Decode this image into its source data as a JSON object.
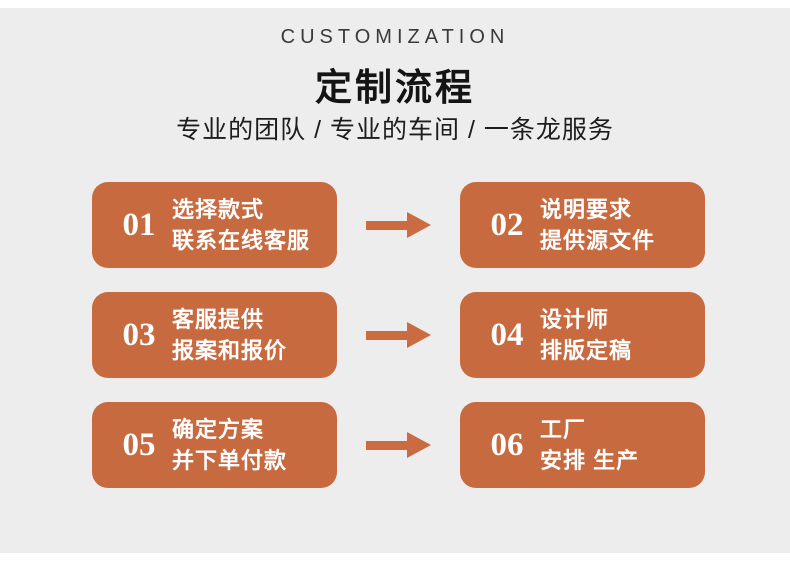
{
  "colors": {
    "panel_background": "#EDEDEE",
    "card_accent": "#C76A40",
    "arrow_accent": "#CA6B42",
    "card_text": "#FFFFFF",
    "heading_text": "#141414"
  },
  "header": {
    "eyebrow": "CUSTOMIZATION",
    "title": "定制流程",
    "subtitle": "专业的团队 / 专业的车间 / 一条龙服务"
  },
  "steps": [
    {
      "num": "01",
      "line1": "选择款式",
      "line2": "联系在线客服"
    },
    {
      "num": "02",
      "line1": "说明要求",
      "line2": "提供源文件"
    },
    {
      "num": "03",
      "line1": "客服提供",
      "line2": "报案和报价"
    },
    {
      "num": "04",
      "line1": "设计师",
      "line2": "排版定稿"
    },
    {
      "num": "05",
      "line1": "确定方案",
      "line2": "并下单付款"
    },
    {
      "num": "06",
      "line1": "工厂",
      "line2": "安排 生产"
    }
  ]
}
